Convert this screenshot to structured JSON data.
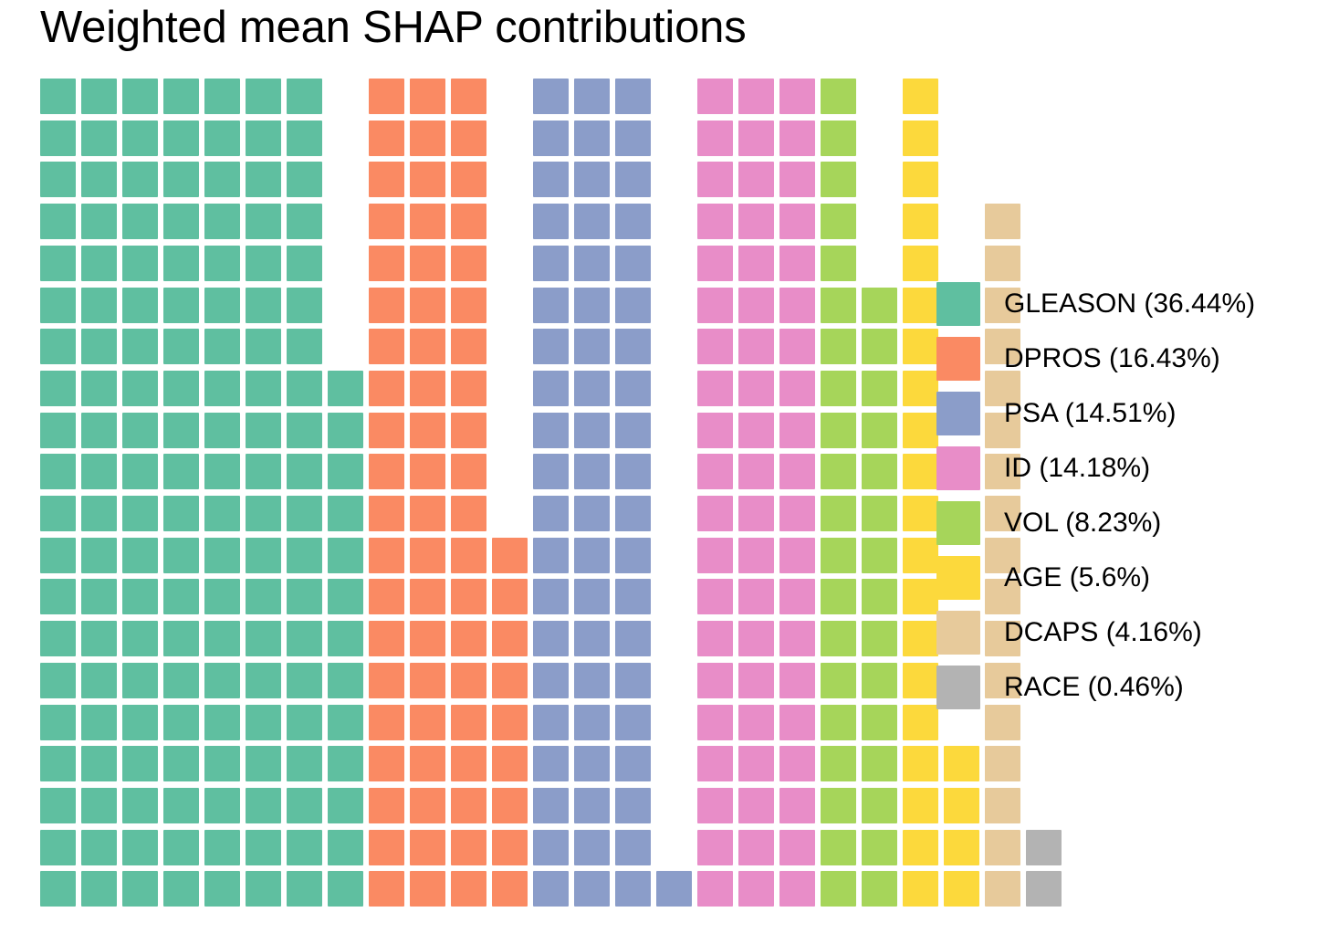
{
  "chart_data": {
    "type": "waffle",
    "title": "Weighted mean SHAP contributions",
    "xlabel": "",
    "ylabel": "",
    "grid": false,
    "legend_position": "right",
    "rows": 20,
    "columns": 21,
    "cell_value_percent": 0.25,
    "total_cells": 421,
    "fill_order": "column-major-bottom-up",
    "categories": [
      "GLEASON",
      "DPROS",
      "PSA",
      "ID",
      "VOL",
      "AGE",
      "DCAPS",
      "RACE"
    ],
    "values": [
      36.44,
      16.43,
      14.51,
      14.18,
      8.23,
      5.6,
      4.16,
      0.46
    ],
    "cell_counts": [
      153,
      69,
      61,
      60,
      35,
      24,
      17,
      2
    ],
    "colors": [
      "#5FBFA0",
      "#FA8A63",
      "#8B9DC9",
      "#E88DC8",
      "#A6D55A",
      "#FCD93C",
      "#E7CA9B",
      "#B3B3B3"
    ],
    "legend_entries": [
      "GLEASON (36.44%)",
      "DPROS (16.43%)",
      "PSA (14.51%)",
      "ID (14.18%)",
      "VOL (8.23%)",
      "AGE (5.6%)",
      "DCAPS (4.16%)",
      "RACE (0.46%)"
    ],
    "column_heights": [
      20,
      20,
      20,
      20,
      20,
      20,
      20,
      13,
      20,
      20,
      20,
      9,
      20,
      20,
      20,
      1,
      20,
      20,
      20,
      20,
      15,
      20,
      4,
      17,
      2
    ],
    "column_category_index": [
      0,
      0,
      0,
      0,
      0,
      0,
      0,
      0,
      1,
      1,
      1,
      1,
      2,
      2,
      2,
      2,
      3,
      3,
      3,
      4,
      4,
      5,
      5,
      6,
      7
    ]
  },
  "legend": {
    "items": [
      {
        "label": "GLEASON (36.44%)",
        "color": "#5FBFA0",
        "name": "GLEASON",
        "percent": 36.44
      },
      {
        "label": "DPROS (16.43%)",
        "color": "#FA8A63",
        "name": "DPROS",
        "percent": 16.43
      },
      {
        "label": "PSA (14.51%)",
        "color": "#8B9DC9",
        "name": "PSA",
        "percent": 14.51
      },
      {
        "label": "ID (14.18%)",
        "color": "#E88DC8",
        "name": "ID",
        "percent": 14.18
      },
      {
        "label": "VOL (8.23%)",
        "color": "#A6D55A",
        "name": "VOL",
        "percent": 8.23
      },
      {
        "label": "AGE (5.6%)",
        "color": "#FCD93C",
        "name": "AGE",
        "percent": 5.6
      },
      {
        "label": "DCAPS (4.16%)",
        "color": "#E7CA9B",
        "name": "DCAPS",
        "percent": 4.16
      },
      {
        "label": "RACE (0.46%)",
        "color": "#B3B3B3",
        "name": "RACE",
        "percent": 0.46
      }
    ]
  },
  "title": "Weighted mean SHAP contributions"
}
